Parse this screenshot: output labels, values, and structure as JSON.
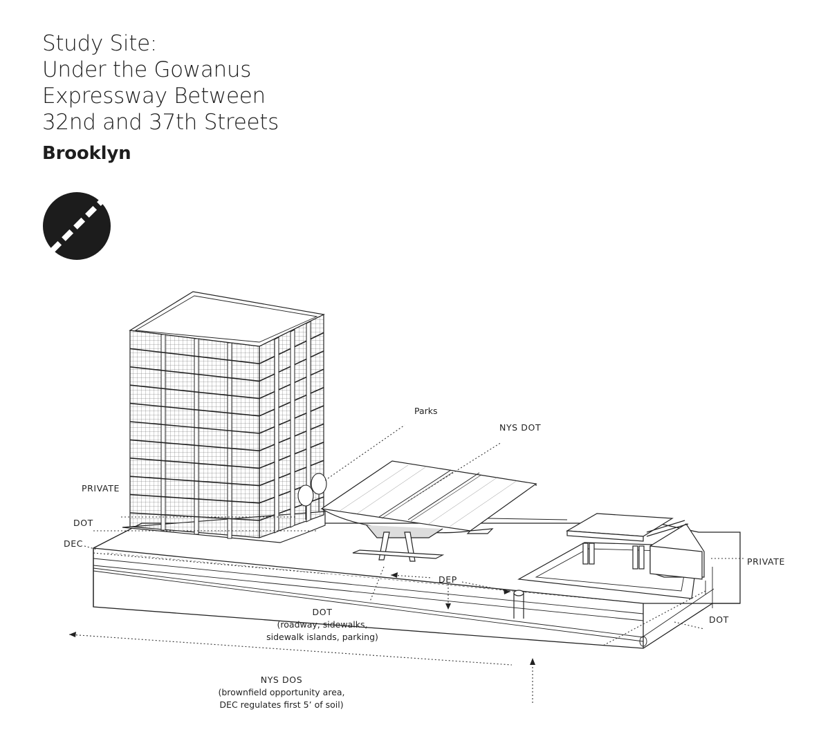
{
  "title": {
    "lines": [
      "Study Site:",
      "Under the Gowanus",
      "Expressway Between",
      "32nd and 37th Streets"
    ],
    "borough": "Brooklyn"
  },
  "logo": {
    "icon": "circle-slash-dashed-icon",
    "color": "#1c1c1c"
  },
  "labels": {
    "private_left": "PRIVATE",
    "dot_left": "DOT",
    "dec_left": "DEC",
    "parks": "Parks",
    "nys_dot": "NYS DOT",
    "dep": "DEP",
    "private_right": "PRIVATE",
    "dot_right": "DOT",
    "dot_center": {
      "line1": "DOT",
      "line2": "(roadway, sidewalks,",
      "line3": "sidewalk islands, parking)"
    },
    "nys_dos": {
      "line1": "NYS DOS",
      "line2": "(brownfield opportunity area,",
      "line3": "DEC regulates first 5’ of soil)"
    }
  },
  "colors": {
    "ink": "#1c1c1c",
    "line": "#333333"
  }
}
